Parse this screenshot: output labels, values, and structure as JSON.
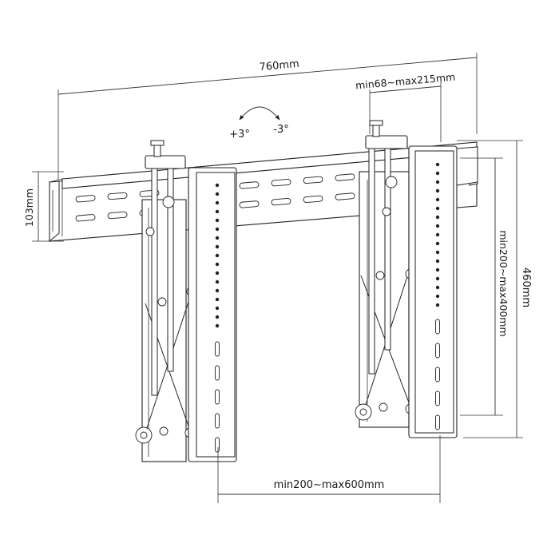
{
  "dimensions": {
    "rail_width": "760mm",
    "arm_spacing": "min68~max215mm",
    "rail_height": "103mm",
    "bracket_height": "460mm",
    "vertical_hole_range": "min200~max400mm",
    "horizontal_hole_range": "min200~max600mm"
  },
  "tilt": {
    "plus_label": "+3°",
    "minus_label": "-3°"
  },
  "colors": {
    "line": "#222222",
    "background": "#ffffff"
  }
}
